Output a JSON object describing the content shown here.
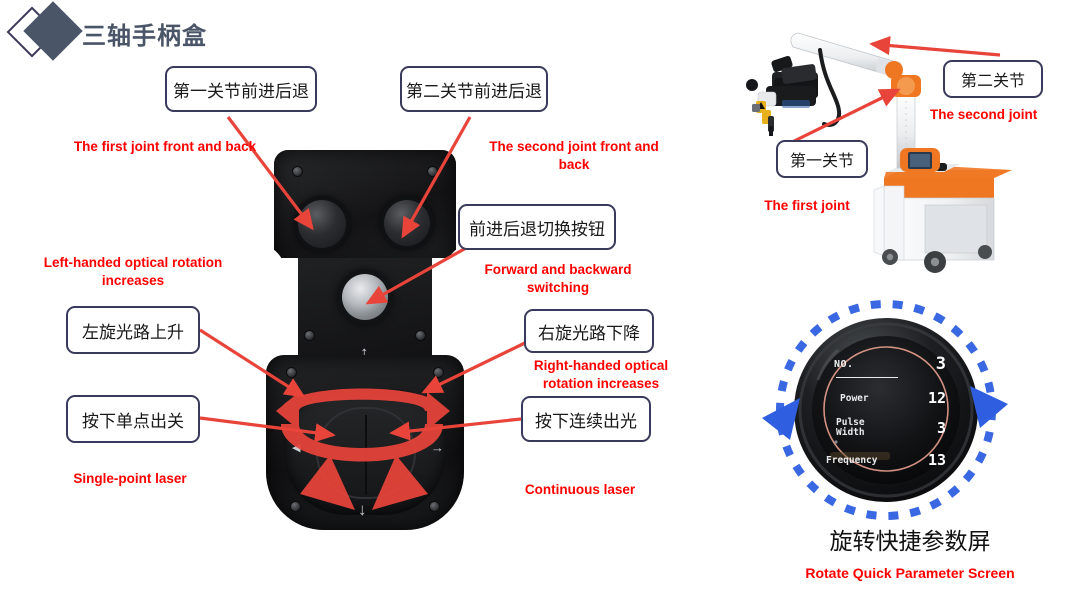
{
  "header": {
    "title": "三轴手柄盒",
    "logo_icon": "double-diamond-logo"
  },
  "handle_box": {
    "callouts": [
      {
        "id": "first-joint-fb",
        "cn": "第一关节前进后退",
        "en": "The first joint front and back"
      },
      {
        "id": "second-joint-fb",
        "cn": "第二关节前进后退",
        "en": "The second joint front and back"
      },
      {
        "id": "fb-switch",
        "cn": "前进后退切换按钮",
        "en": "Forward and backward switching"
      },
      {
        "id": "left-rotation",
        "cn": "左旋光路上升",
        "en": "Left-handed optical rotation increases"
      },
      {
        "id": "right-rotation",
        "cn": "右旋光路下降",
        "en": "Right-handed optical rotation increases"
      },
      {
        "id": "single-point",
        "cn": "按下单点出关",
        "en": "Single-point laser"
      },
      {
        "id": "continuous",
        "cn": "按下连续出光",
        "en": "Continuous  laser"
      }
    ]
  },
  "robot_arm": {
    "callouts": [
      {
        "id": "second-joint",
        "cn": "第二关节",
        "en": "The second joint"
      },
      {
        "id": "first-joint",
        "cn": "第一关节",
        "en": "The first joint"
      }
    ]
  },
  "parameter_screen": {
    "caption_cn": "旋转快捷参数屏",
    "caption_en": "Rotate Quick Parameter Screen",
    "rows": [
      {
        "label": "NO.",
        "value": "3"
      },
      {
        "label": "Power",
        "value": "12"
      },
      {
        "label": "Pulse\nWidth",
        "value": "3"
      },
      {
        "label": "Frequency",
        "value": "13"
      }
    ],
    "rows_flat": [
      {
        "label": "NO.",
        "value": "3"
      },
      {
        "label": "Power",
        "value": "12"
      },
      {
        "label": "Pulse",
        "label2": "Width",
        "value": "3"
      },
      {
        "label": "Frequency",
        "value": "13"
      }
    ]
  },
  "colors": {
    "annotation_red": "#ff0000",
    "callout_border": "#3a3b5c",
    "title": "#4a5568",
    "arrow_red": "#e8443a",
    "rotate_blue": "#2f5fe0",
    "machine_orange": "#ef7722"
  }
}
